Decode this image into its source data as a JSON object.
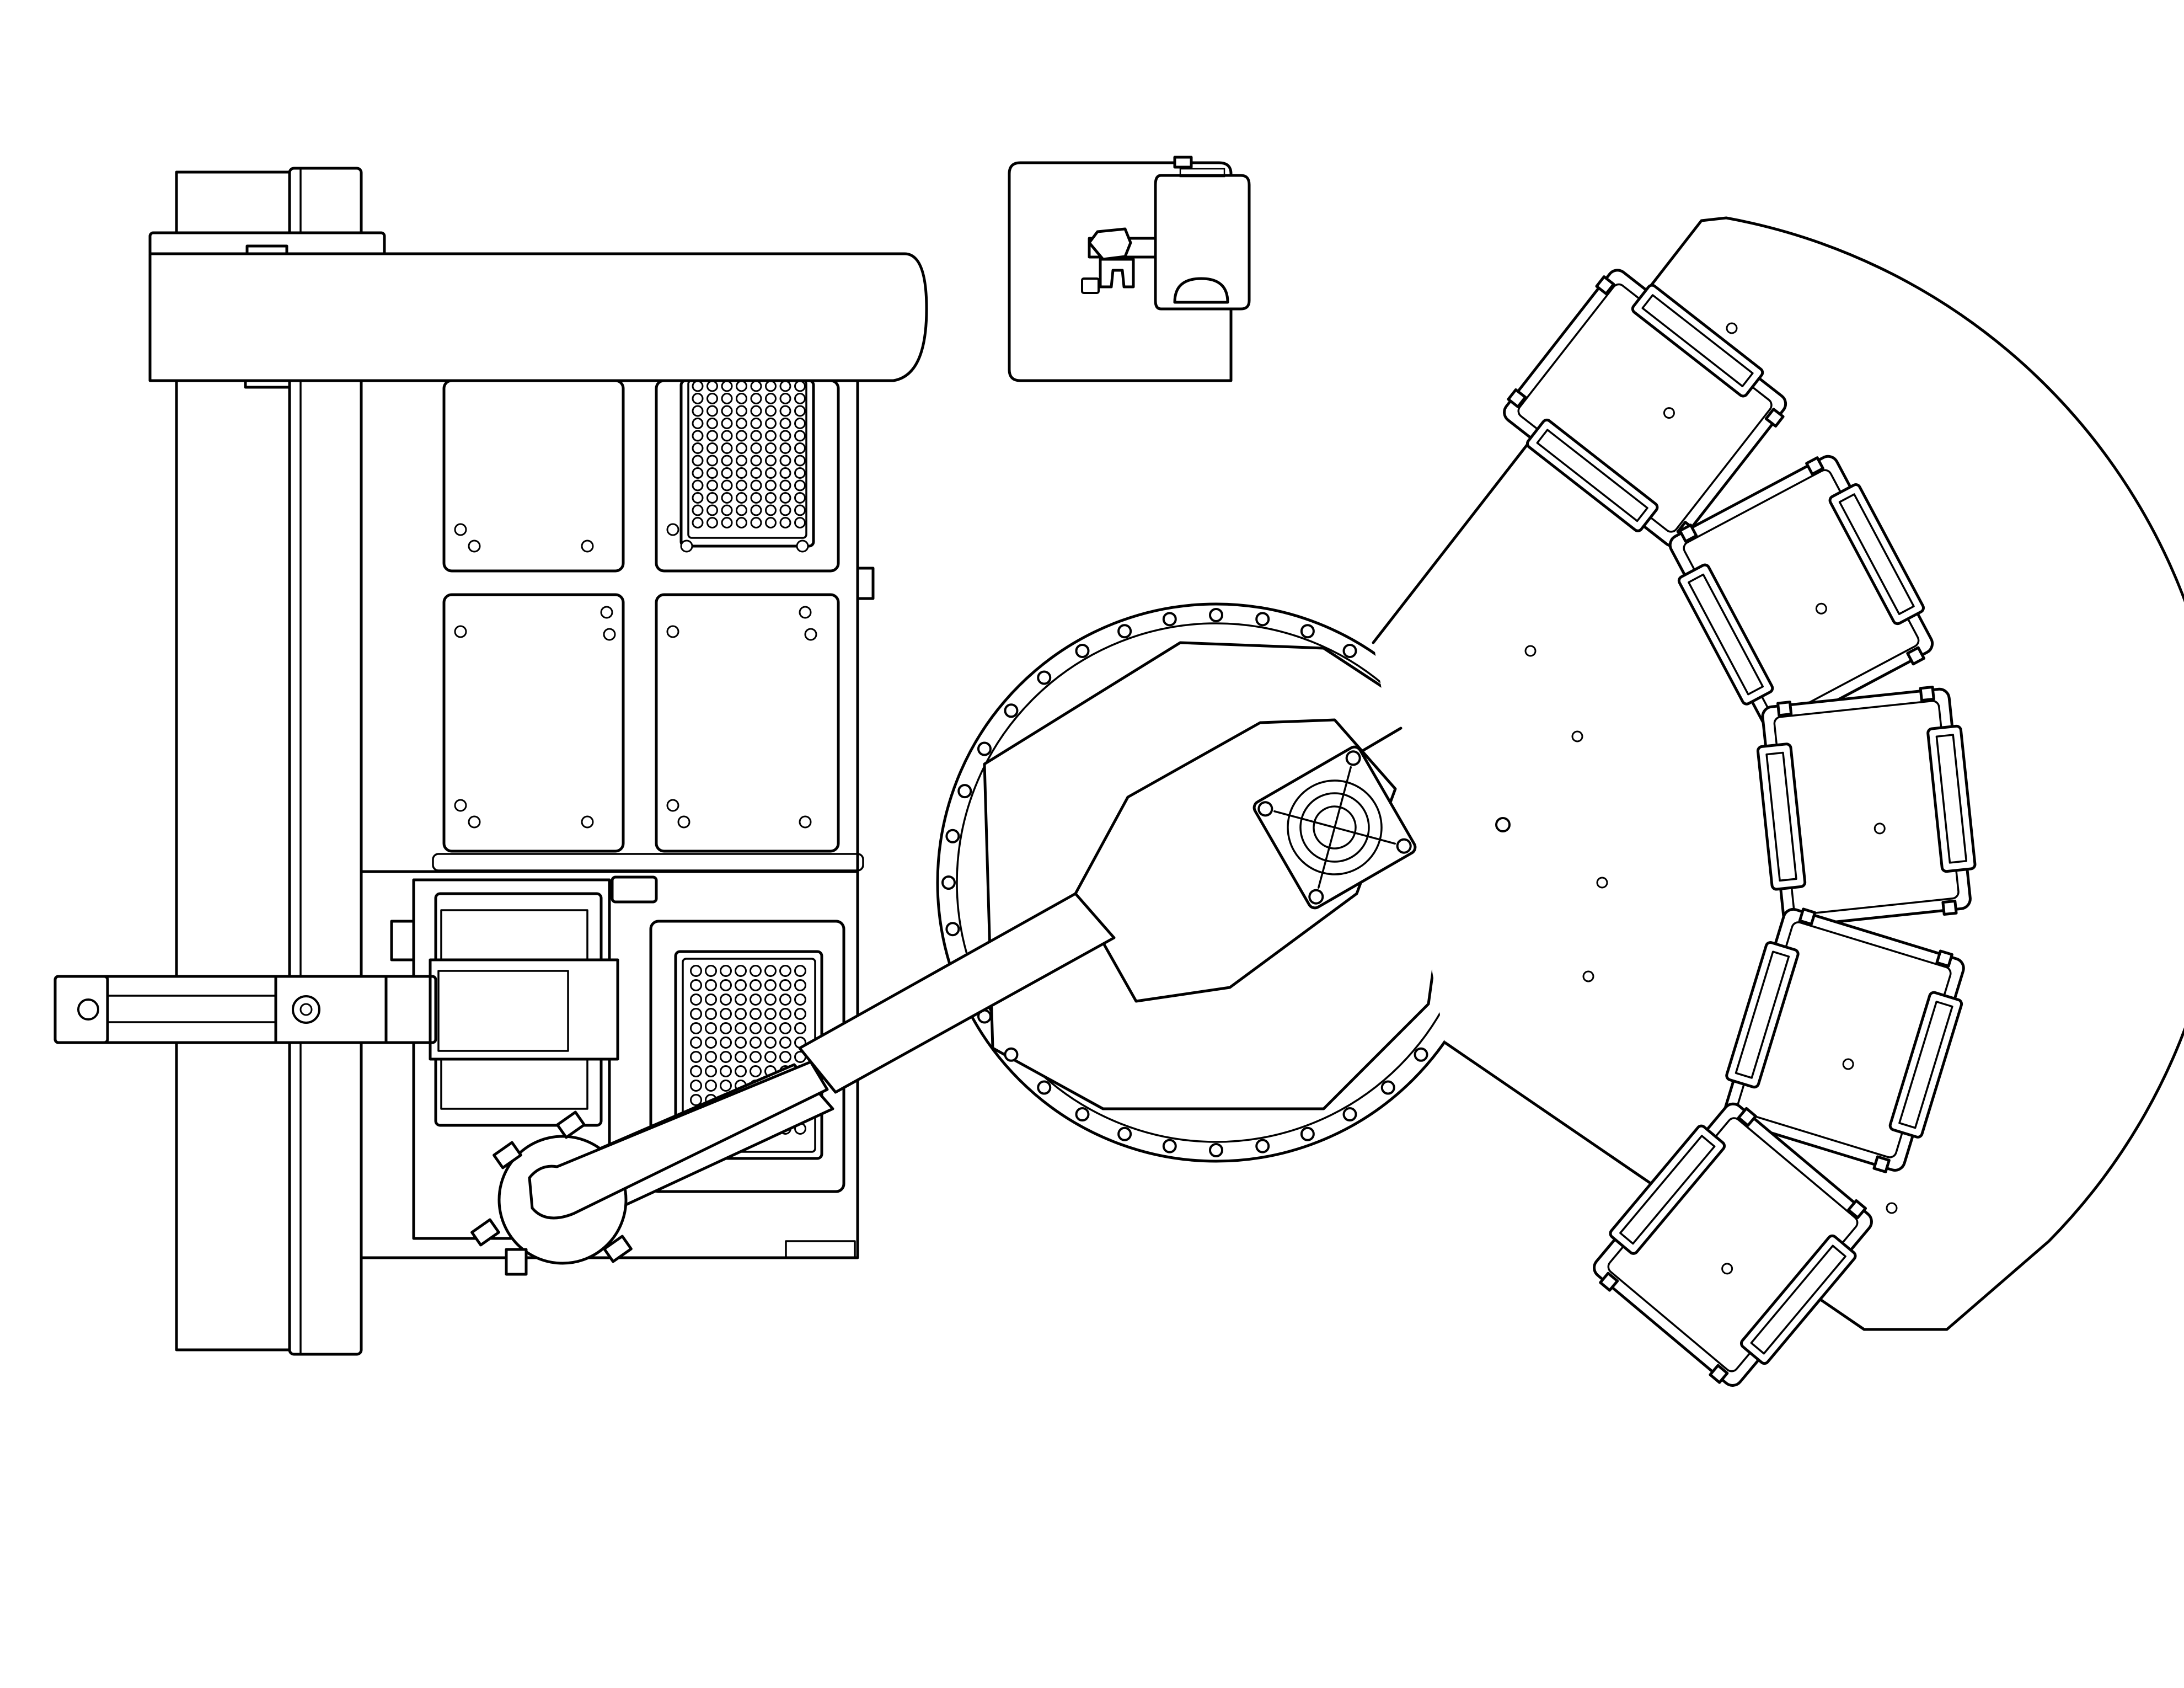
{
  "line_color": "#000000",
  "background_color": "#ffffff",
  "components": {
    "gantry_rail": "linear-gantry-rail",
    "crossbeam": "gantry-crossbeam",
    "camera_module": "barcode-camera-module",
    "plate_deck": "labware-deck-plate-positions",
    "robot_arm": "scara-robot-arm",
    "turntable": "rotary-turntable-flange",
    "carousel": "plate-hotel-carousel",
    "carousel_nests": 5,
    "microplates": "96-well-microplate",
    "cooling_fan": "fan-icon"
  }
}
